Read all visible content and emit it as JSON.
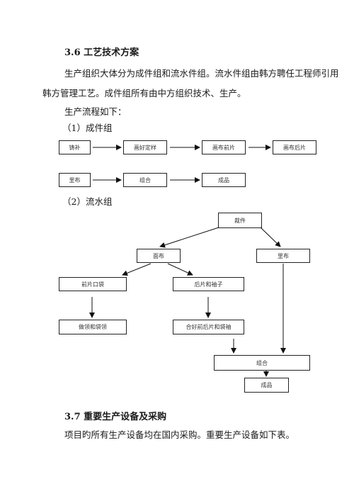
{
  "sec36": {
    "heading": "3.6 工艺技术方案",
    "p1_line1": "生产组织大体分为成件组和流水件组。流水件组由韩方聘任工程师引用",
    "p1_line2": "韩方管理工艺。成件组所有由中方组织技术、生产。",
    "p2": "生产流程如下：",
    "sub1": "（1）成件组",
    "sub2": "（2）流水组"
  },
  "flow1": {
    "row1": [
      "铸补",
      "画好定样",
      "画布前片",
      "画布后片"
    ],
    "row2": [
      "里布",
      "组合",
      "成品"
    ]
  },
  "flow2": {
    "top": "裁件",
    "face": "面布",
    "lining": "里布",
    "front": "前片口袋",
    "back": "后片和袖子",
    "collar": "做领和袋领",
    "combine_sleeve": "合好前后片和袋袖",
    "assemble": "组合",
    "product": "成品"
  },
  "sec37": {
    "heading": "3.7 重要生产设备及采购",
    "p1": "项目旳所有生产设备均在国内采购。重要生产设备如下表。"
  }
}
